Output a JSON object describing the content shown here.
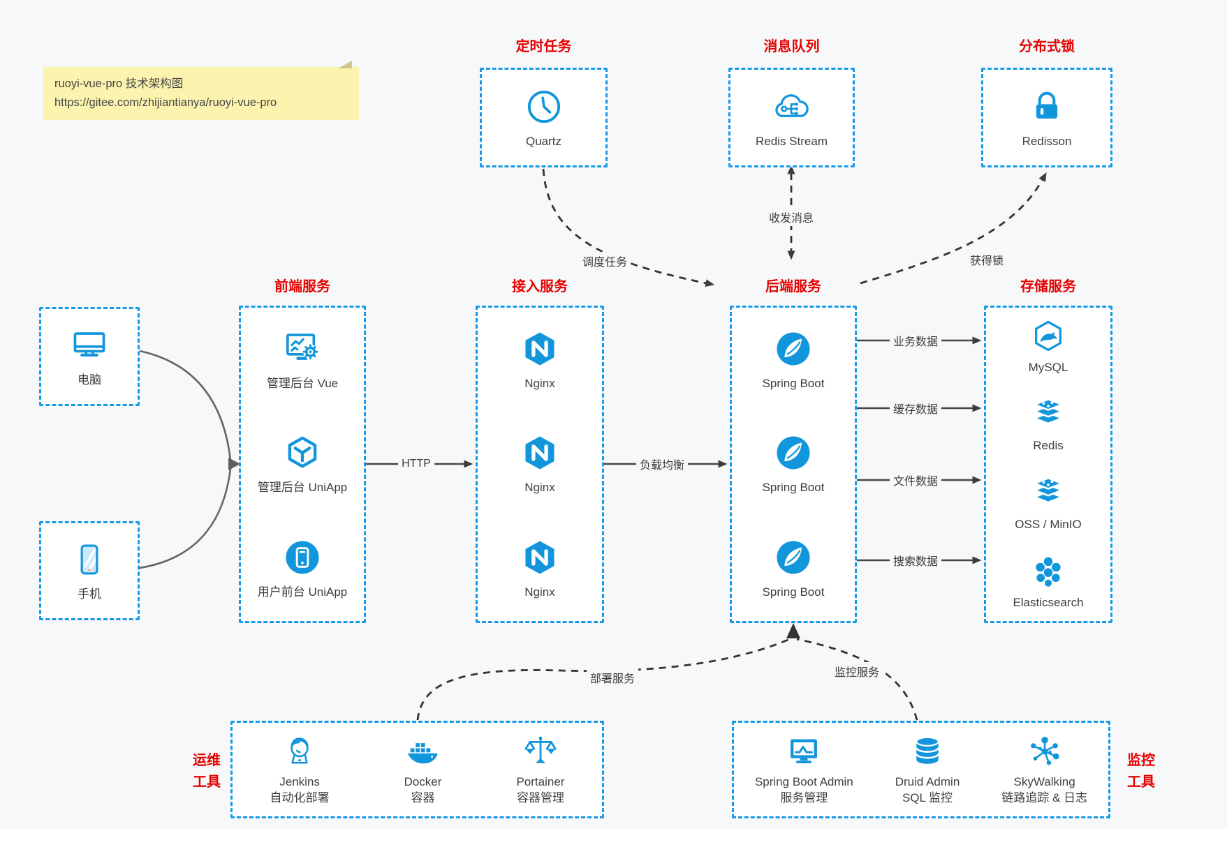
{
  "note": {
    "line1": "ruoyi-vue-pro 技术架构图",
    "line2": "https://gitee.com/zhijiantianya/ruoyi-vue-pro"
  },
  "colors": {
    "accent_blue": "#1296db",
    "border_blue": "#1699e8",
    "title_red": "#e60000",
    "canvas_bg": "#f7f8f9",
    "note_bg": "#fbf3ae"
  },
  "groups": {
    "scheduled_task": {
      "title": "定时任务",
      "item": {
        "name": "Quartz",
        "icon": "clock-icon"
      }
    },
    "message_queue": {
      "title": "消息队列",
      "item": {
        "name": "Redis Stream",
        "icon": "cloud-queue-icon"
      }
    },
    "distributed_lock": {
      "title": "分布式锁",
      "item": {
        "name": "Redisson",
        "icon": "lock-icon"
      }
    },
    "clients": {
      "pc": {
        "name": "电脑",
        "icon": "desktop-icon"
      },
      "mobile": {
        "name": "手机",
        "icon": "smartphone-icon"
      }
    },
    "frontend": {
      "title": "前端服务",
      "items": [
        {
          "name": "管理后台 Vue",
          "icon": "admin-vue-icon"
        },
        {
          "name": "管理后台 UniApp",
          "icon": "uniapp-cube-icon"
        },
        {
          "name": "用户前台 UniApp",
          "icon": "user-app-icon"
        }
      ]
    },
    "access": {
      "title": "接入服务",
      "items": [
        {
          "name": "Nginx",
          "icon": "nginx-icon"
        },
        {
          "name": "Nginx",
          "icon": "nginx-icon"
        },
        {
          "name": "Nginx",
          "icon": "nginx-icon"
        }
      ]
    },
    "backend": {
      "title": "后端服务",
      "items": [
        {
          "name": "Spring Boot",
          "icon": "spring-boot-icon"
        },
        {
          "name": "Spring Boot",
          "icon": "spring-boot-icon"
        },
        {
          "name": "Spring Boot",
          "icon": "spring-boot-icon"
        }
      ]
    },
    "storage": {
      "title": "存储服务",
      "items": [
        {
          "name": "MySQL",
          "icon": "mysql-icon"
        },
        {
          "name": "Redis",
          "icon": "redis-icon"
        },
        {
          "name": "OSS / MinIO",
          "icon": "oss-minio-icon"
        },
        {
          "name": "Elasticsearch",
          "icon": "elasticsearch-icon"
        }
      ]
    },
    "ops_tools": {
      "title_line1": "运维",
      "title_line2": "工具",
      "items": [
        {
          "line1": "Jenkins",
          "line2": "自动化部署",
          "icon": "jenkins-icon"
        },
        {
          "line1": "Docker",
          "line2": "容器",
          "icon": "docker-icon"
        },
        {
          "line1": "Portainer",
          "line2": "容器管理",
          "icon": "portainer-icon"
        }
      ]
    },
    "monitor_tools": {
      "title_line1": "监控",
      "title_line2": "工具",
      "items": [
        {
          "line1": "Spring Boot Admin",
          "line2": "服务管理",
          "icon": "spring-boot-admin-icon"
        },
        {
          "line1": "Druid Admin",
          "line2": "SQL 监控",
          "icon": "druid-icon"
        },
        {
          "line1": "SkyWalking",
          "line2": "链路追踪 & 日志",
          "icon": "skywalking-icon"
        }
      ]
    }
  },
  "edges": {
    "scheduling": "调度任务",
    "messaging": "收发消息",
    "acquire_lock": "获得锁",
    "http": "HTTP",
    "load_balance": "负载均衡",
    "business_data": "业务数据",
    "cache_data": "缓存数据",
    "file_data": "文件数据",
    "search_data": "搜索数据",
    "deploy": "部署服务",
    "monitor": "监控服务"
  }
}
